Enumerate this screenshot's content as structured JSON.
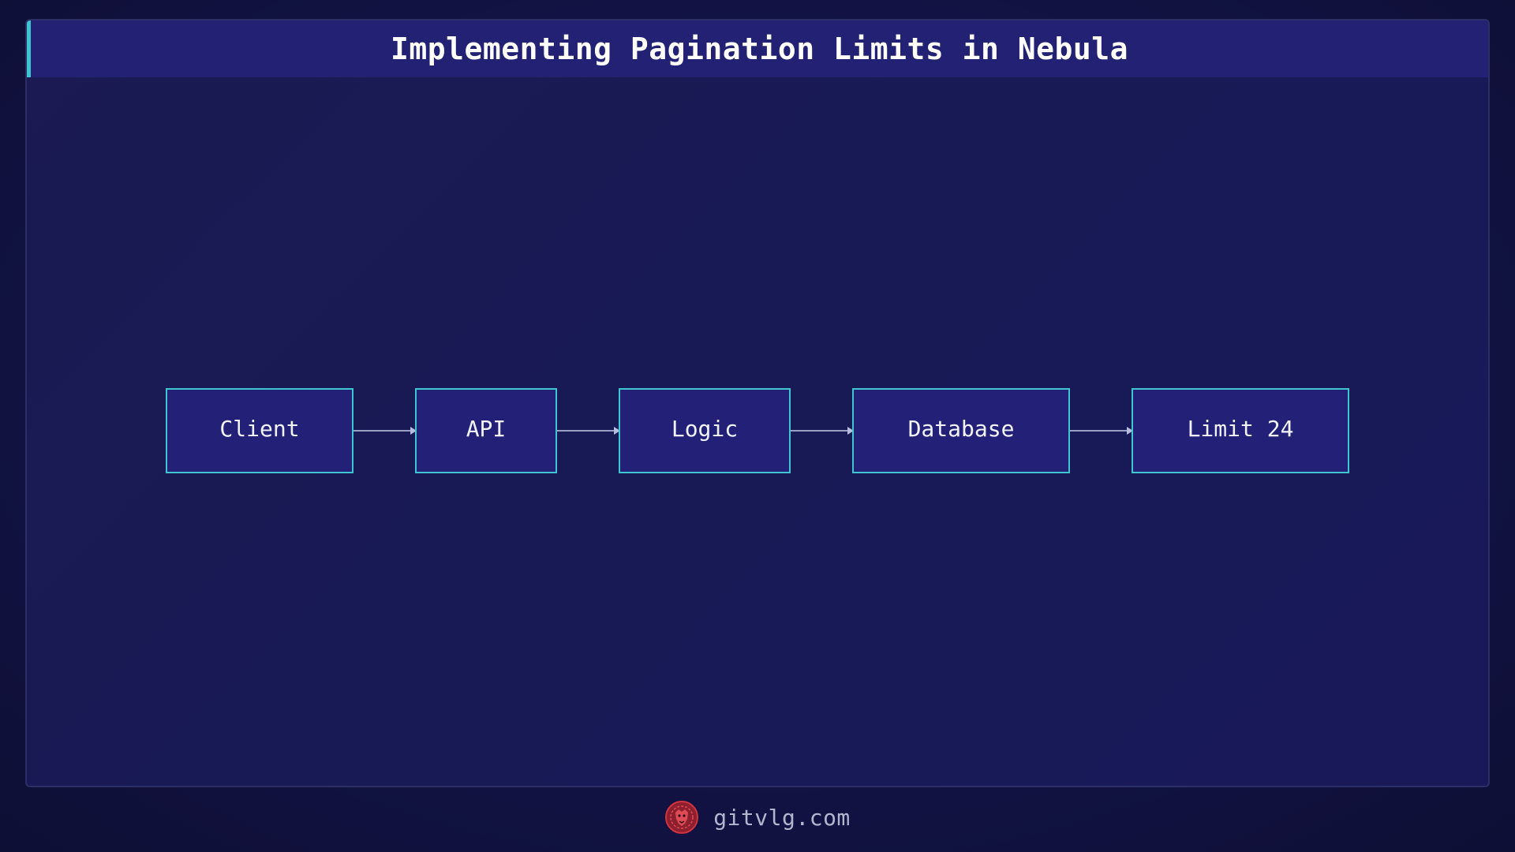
{
  "header": {
    "title": "Implementing Pagination Limits in Nebula"
  },
  "diagram": {
    "nodes": [
      {
        "id": "client",
        "label": "Client"
      },
      {
        "id": "api",
        "label": "API"
      },
      {
        "id": "logic",
        "label": "Logic"
      },
      {
        "id": "database",
        "label": "Database"
      },
      {
        "id": "limit",
        "label": "Limit 24"
      }
    ],
    "edges": [
      {
        "from": "client",
        "to": "api"
      },
      {
        "from": "api",
        "to": "logic"
      },
      {
        "from": "logic",
        "to": "database"
      },
      {
        "from": "database",
        "to": "limit"
      }
    ]
  },
  "footer": {
    "logo_icon": "lion-head-icon",
    "site": "gitvlg.com"
  },
  "colors": {
    "accent": "#3fc5cf",
    "node_fill": "#232078",
    "header_fill": "#222173",
    "background": "#181a55",
    "logo": "#d0343f"
  }
}
